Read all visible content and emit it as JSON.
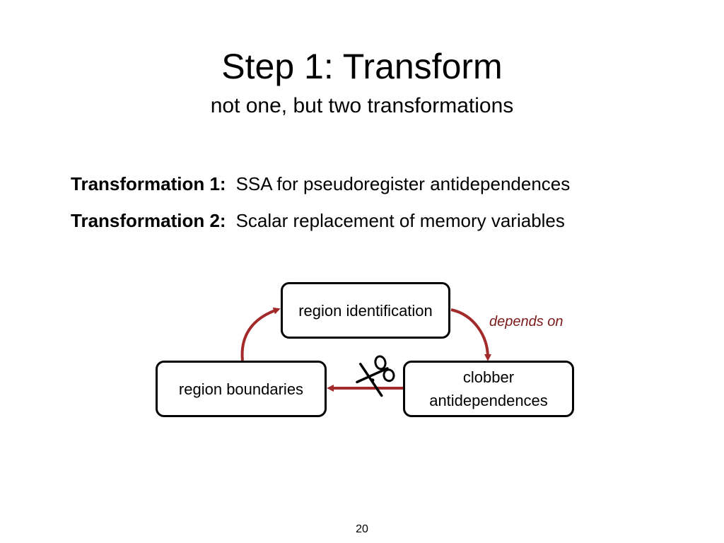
{
  "slide": {
    "title": "Step 1:  Transform",
    "subtitle": "not one, but two transformations",
    "transformations": [
      {
        "label": "Transformation 1:",
        "description": "SSA for pseudoregister antidependences"
      },
      {
        "label": "Transformation 2:",
        "description": "Scalar replacement of memory variables"
      }
    ],
    "diagram": {
      "nodes": {
        "region_identification": "region identification",
        "region_boundaries": "region boundaries",
        "clobber_antidependences": "clobber antidependences"
      },
      "edge_label": "depends on",
      "arrow_color": "#a32a2a",
      "cut_icon": "scissors-icon"
    },
    "page_number": "20"
  }
}
